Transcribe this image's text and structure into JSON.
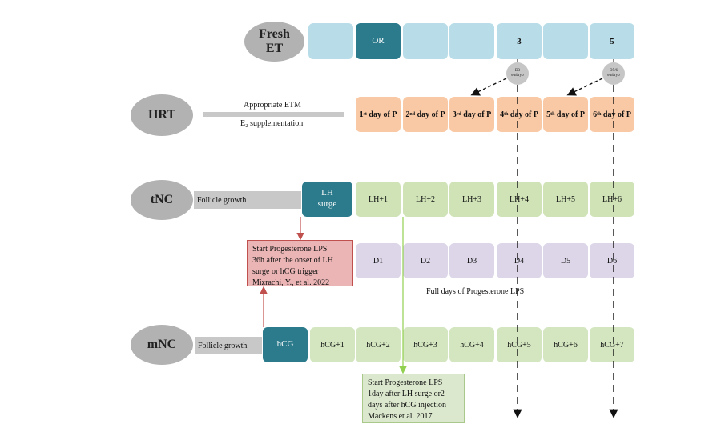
{
  "rows": {
    "fresh": {
      "title": "Fresh\nET",
      "cells": [
        "",
        "OR",
        "",
        "",
        "3",
        "",
        "5"
      ]
    },
    "hrt": {
      "title": "HRT",
      "bar_top": "Appropriate ETM",
      "bar_bottom": "E₂ supplementation",
      "cells": [
        {
          "n": "1",
          "sup": "st",
          "rest": " day of P"
        },
        {
          "n": "2",
          "sup": "nd",
          "rest": " day of P"
        },
        {
          "n": "3",
          "sup": "rd",
          "rest": " day of P"
        },
        {
          "n": "4",
          "sup": "th",
          "rest": " day of P"
        },
        {
          "n": "5",
          "sup": "th",
          "rest": " day of P"
        },
        {
          "n": "6",
          "sup": "th",
          "rest": " day of P"
        }
      ]
    },
    "tnc": {
      "title": "tNC",
      "bar": "Follicle growth",
      "surge": "LH\nsurge",
      "cells": [
        "LH+1",
        "LH+2",
        "LH+3",
        "LH+4",
        "LH+5",
        "LH+6"
      ]
    },
    "days": {
      "cells": [
        "D1",
        "D2",
        "D3",
        "D4",
        "D5",
        "D6"
      ],
      "caption": "Full days of Progesterone LPS"
    },
    "mnc": {
      "title": "mNC",
      "bar": "Follicle growth",
      "trigger": "hCG",
      "cells": [
        "hCG+1",
        "hCG+2",
        "hCG+3",
        "hCG+4",
        "hCG+5",
        "hCG+6",
        "hCG+7"
      ]
    }
  },
  "embryos": {
    "d3": "D3\nembryo",
    "d56": "D5/6\nembryo"
  },
  "notes": {
    "mizrachi": "Start Progesterone LPS\n36h after the onset of LH\nsurge or hCG trigger\nMizrachi, Y., et al. 2022",
    "mackens": "Start Progesterone LPS\n1day after LH surge or2\ndays after hCG injection\nMackens et al. 2017"
  },
  "colors": {
    "fresh": "#b8dde9",
    "teal": "#2c7b8c",
    "hrt": "#f9c9a6",
    "tnc": "#cfe3b6",
    "days": "#dcd6e8",
    "mnc": "#d3e6c0",
    "note_red": "#ebb5b5",
    "note_green": "#dbe8cd",
    "arrow_red": "#c0504d",
    "arrow_green": "#92d050"
  }
}
